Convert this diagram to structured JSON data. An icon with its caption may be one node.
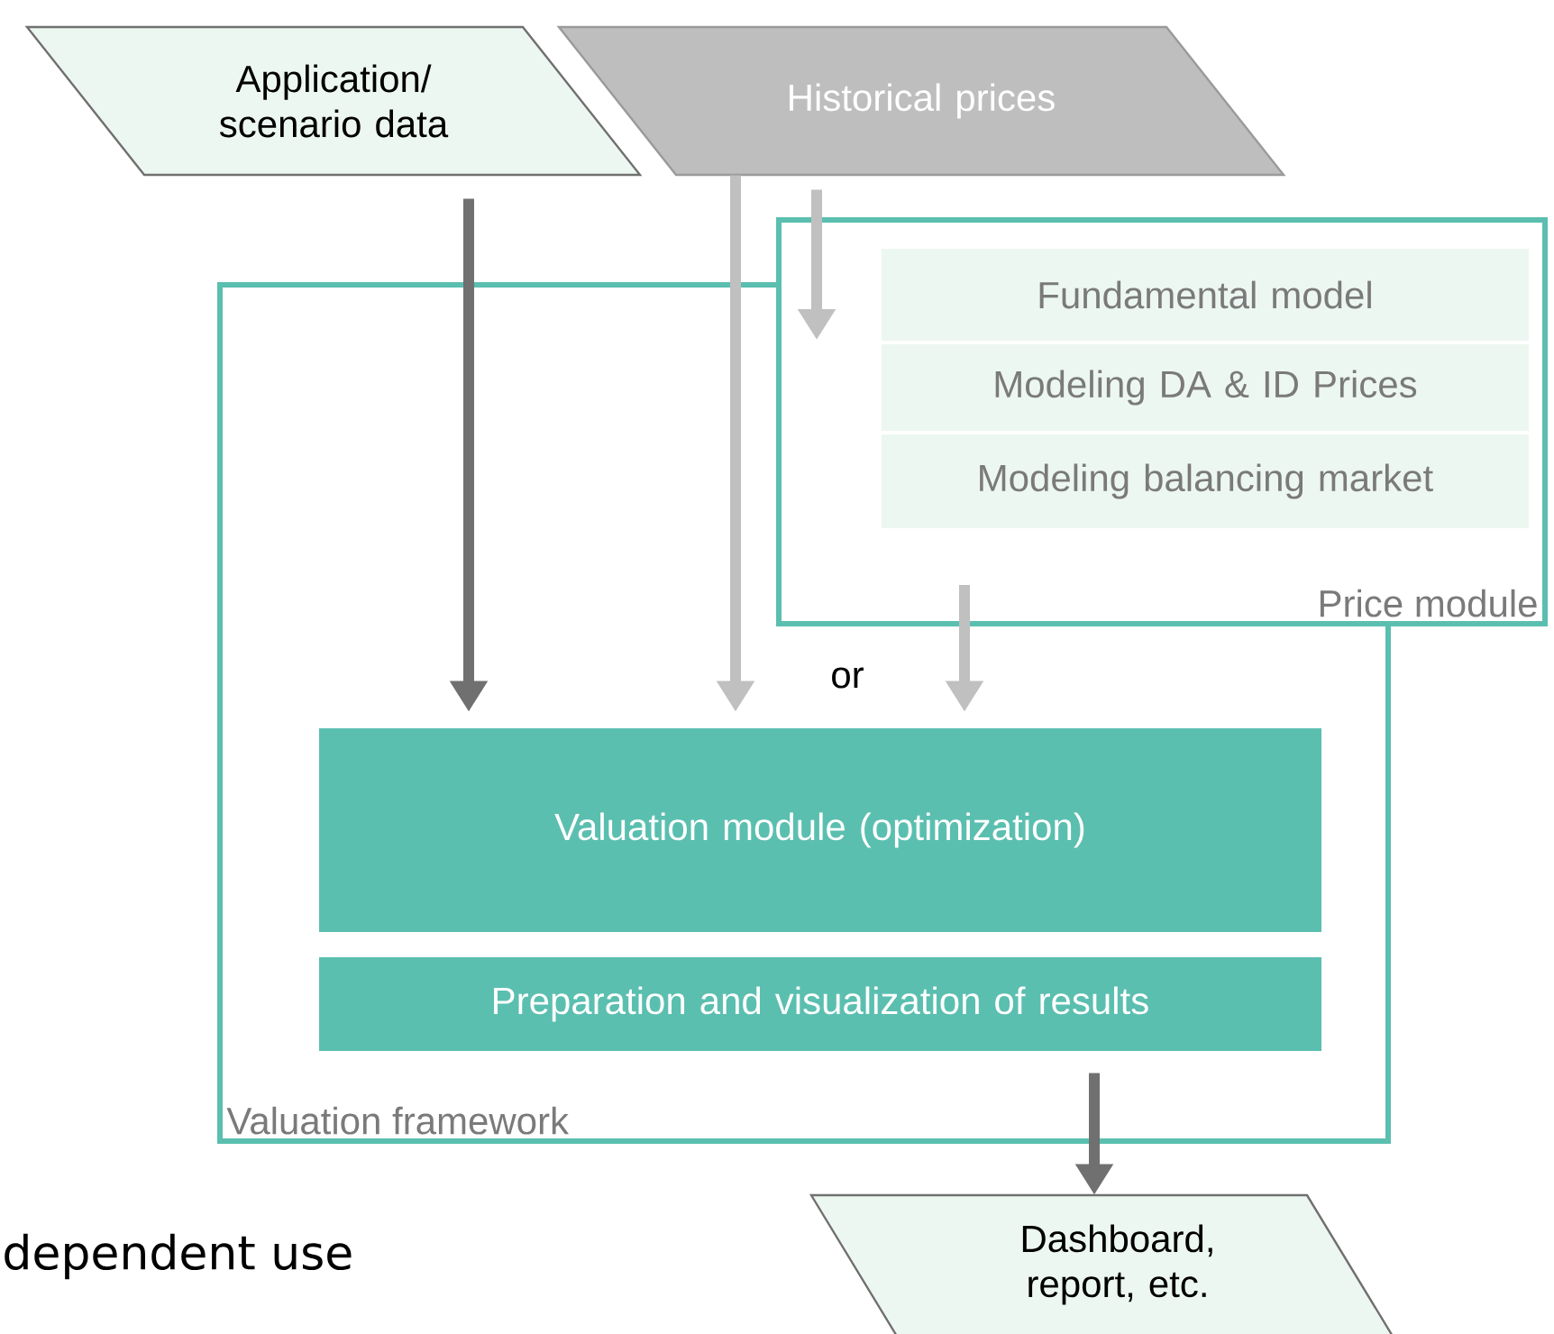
{
  "diagram": {
    "nodes": [
      {
        "text": [
          "Application/ scenario data"
        ]
      },
      {
        "text": [
          "Historical prices"
        ]
      },
      {
        "text": [
          "Valuation framework"
        ]
      },
      {
        "text": [
          "Price module"
        ]
      },
      {
        "text": [
          "Fundamental model"
        ],
        "in": 3
      },
      {
        "text": [
          "Modeling DA & ID Prices"
        ],
        "in": 3
      },
      {
        "text": [
          "Modeling balancing market"
        ],
        "in": 3
      },
      {
        "text": [
          "Valuation module (optimization)"
        ],
        "in": 2
      },
      {
        "text": [
          "Preparation and visualization of results"
        ],
        "in": 2
      },
      {
        "text": [
          "Dashboard, report, etc."
        ]
      }
    ],
    "edges": [
      {
        "from": 0,
        "to": 7,
        "arrow": "to",
        "color": "#707070"
      },
      {
        "from": 1,
        "to": 7,
        "arrow": "to"
      },
      {
        "from": 1,
        "to": 3,
        "arrow": "to"
      },
      {
        "from": 3,
        "to": 7,
        "arrow": "to"
      },
      {
        "from": 8,
        "to": 9,
        "arrow": "to",
        "color": "#707070"
      }
    ],
    "labels": [
      "or",
      "dependent use"
    ]
  }
}
